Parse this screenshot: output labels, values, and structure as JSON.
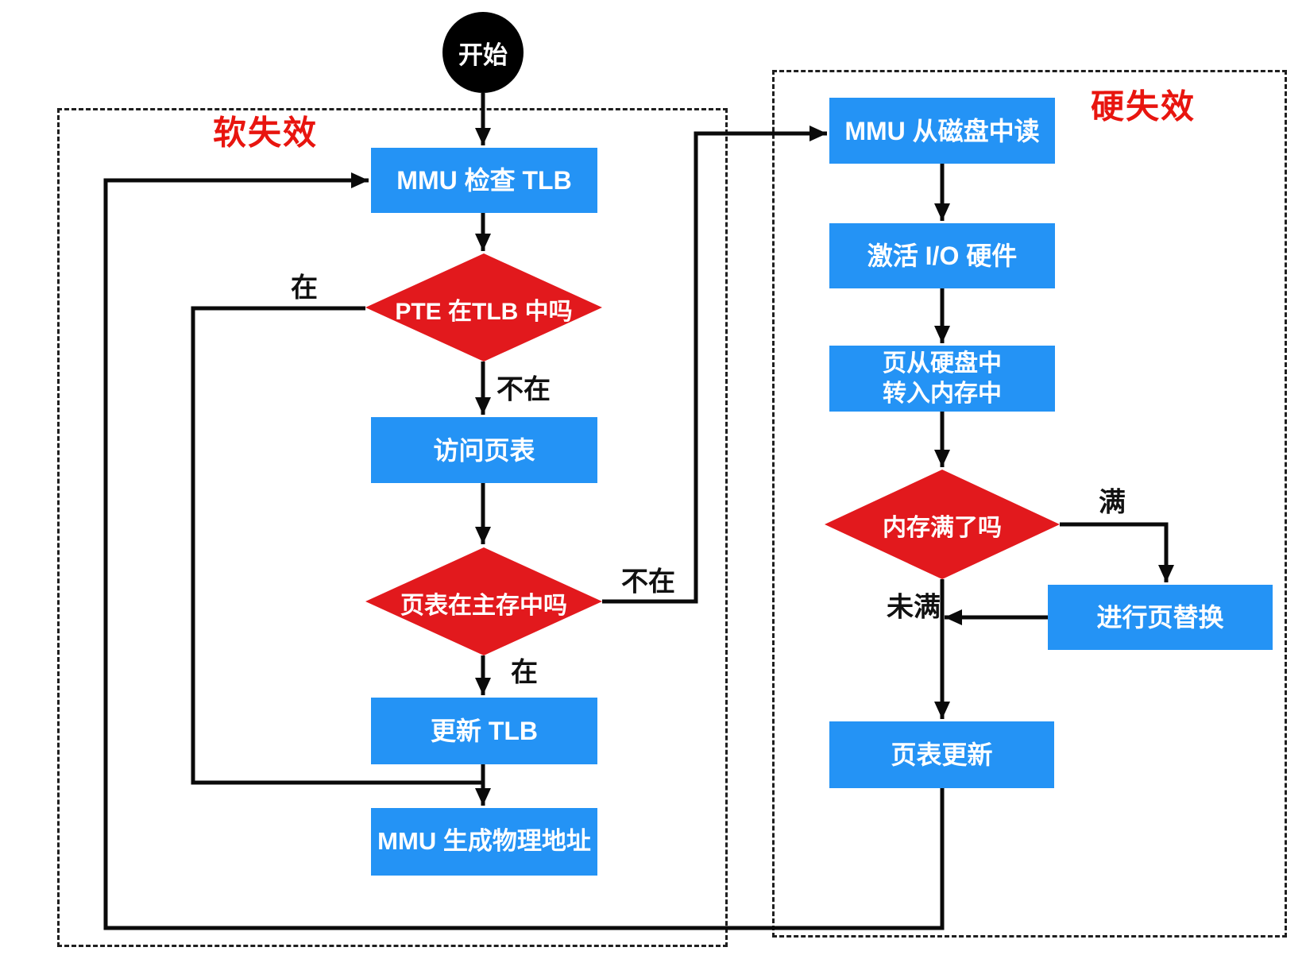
{
  "diagram": {
    "title_implicit": "TLB / page fault handling flowchart",
    "start": {
      "label": "开始"
    },
    "regions": {
      "soft_fault": {
        "label": "软失效"
      },
      "hard_fault": {
        "label": "硬失效"
      }
    },
    "nodes": {
      "check_tlb": "MMU 检查 TLB",
      "pte_in_tlb": "PTE 在TLB 中吗",
      "access_page_table": "访问页表",
      "pt_in_memory": "页表在主存中吗",
      "update_tlb": "更新 TLB",
      "gen_physical_address": "MMU 生成物理地址",
      "read_from_disk": "MMU 从磁盘中读",
      "activate_io": "激活 I/O 硬件",
      "page_to_memory_line1": "页从硬盘中",
      "page_to_memory_line2": "转入内存中",
      "memory_full": "内存满了吗",
      "page_replace": "进行页替换",
      "page_table_update": "页表更新"
    },
    "edge_labels": {
      "tlb_hit": "在",
      "tlb_miss": "不在",
      "pt_present": "在",
      "pt_absent": "不在",
      "mem_full": "满",
      "mem_not_full": "未满"
    },
    "colors": {
      "process_fill": "#2493F5",
      "decision_fill": "#E2191D",
      "start_fill": "#000000",
      "region_label": "#E8150F",
      "line": "#0a0a0a"
    }
  }
}
